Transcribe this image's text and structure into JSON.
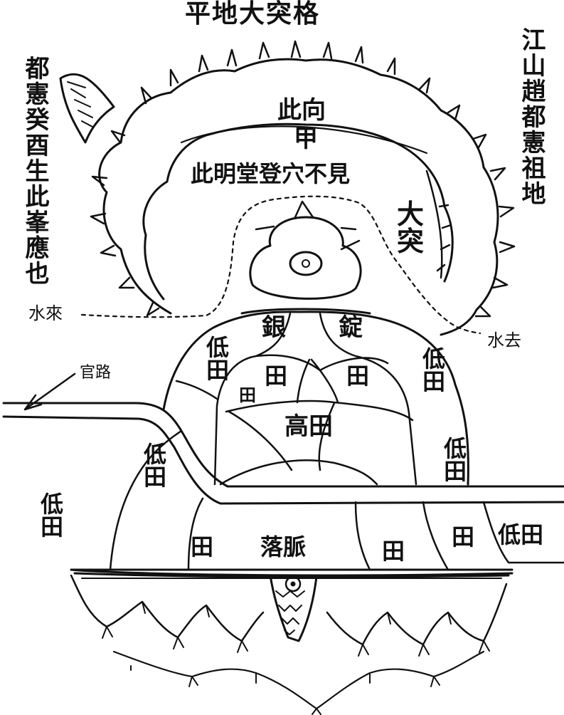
{
  "title": "平地大突格",
  "side_left": "都憲癸酉生此峯應也",
  "side_right": "江山趙都憲祖地",
  "top_labels": {
    "this_facing": "此向",
    "jia": "甲",
    "hall_note": "此明堂登穴不見",
    "big_bump": "大突"
  },
  "water": {
    "inflow": "水來",
    "outflow": "水去"
  },
  "road": "官路",
  "fields": {
    "silver": "銀",
    "ingot": "錠",
    "low_field": "低田",
    "field": "田",
    "high_field": "高田",
    "falling_vein": "落脈"
  },
  "colors": {
    "ink": "#111111",
    "paper": "#ffffff"
  }
}
